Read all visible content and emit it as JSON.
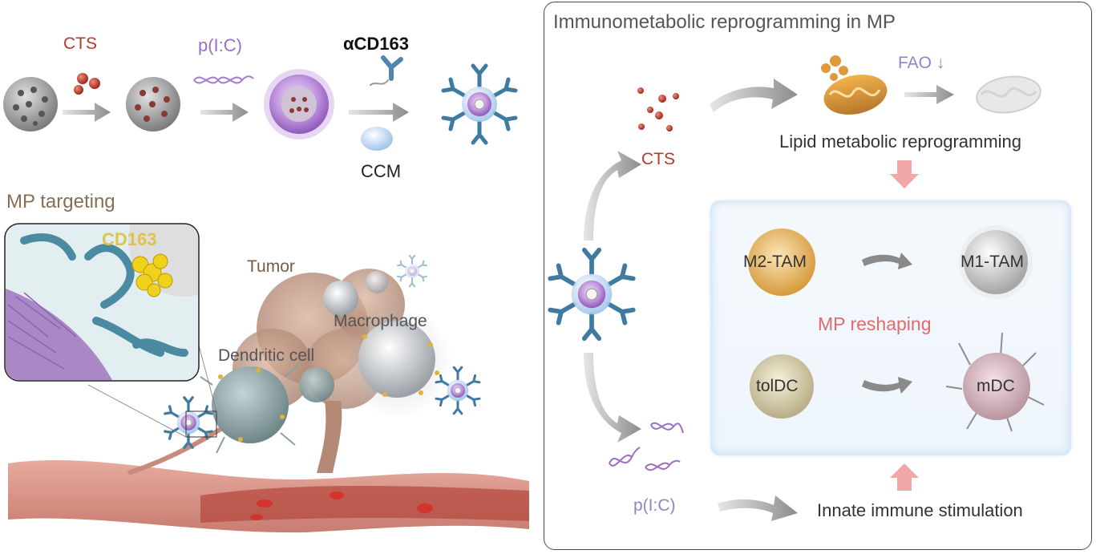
{
  "synthesis": {
    "cts_label": "CTS",
    "pic_label": "p(I:C)",
    "acd163_label": "αCD163",
    "ccm_label": "CCM"
  },
  "targeting": {
    "title": "MP targeting",
    "cd163_label": "CD163",
    "tumor_label": "Tumor",
    "macrophage_label": "Macrophage",
    "dendritic_label": "Dendritic cell"
  },
  "panel": {
    "title": "Immunometabolic reprogramming in MP",
    "cts_label": "CTS",
    "fao_label": "FAO ↓",
    "lipid_label": "Lipid metabolic reprogramming",
    "m2_label": "M2-TAM",
    "m1_label": "M1-TAM",
    "reshaping_label": "MP reshaping",
    "toldc_label": "tolDC",
    "mdc_label": "mDC",
    "pic_label": "p(I:C)",
    "innate_label": "Innate immune stimulation"
  },
  "colors": {
    "cts": "#b23a2e",
    "pic": "#9b6fc4",
    "brown_title": "#8a6d55",
    "reshaping": "#e06b6b",
    "fao": "#8f86c8",
    "gray_text": "#555555"
  }
}
